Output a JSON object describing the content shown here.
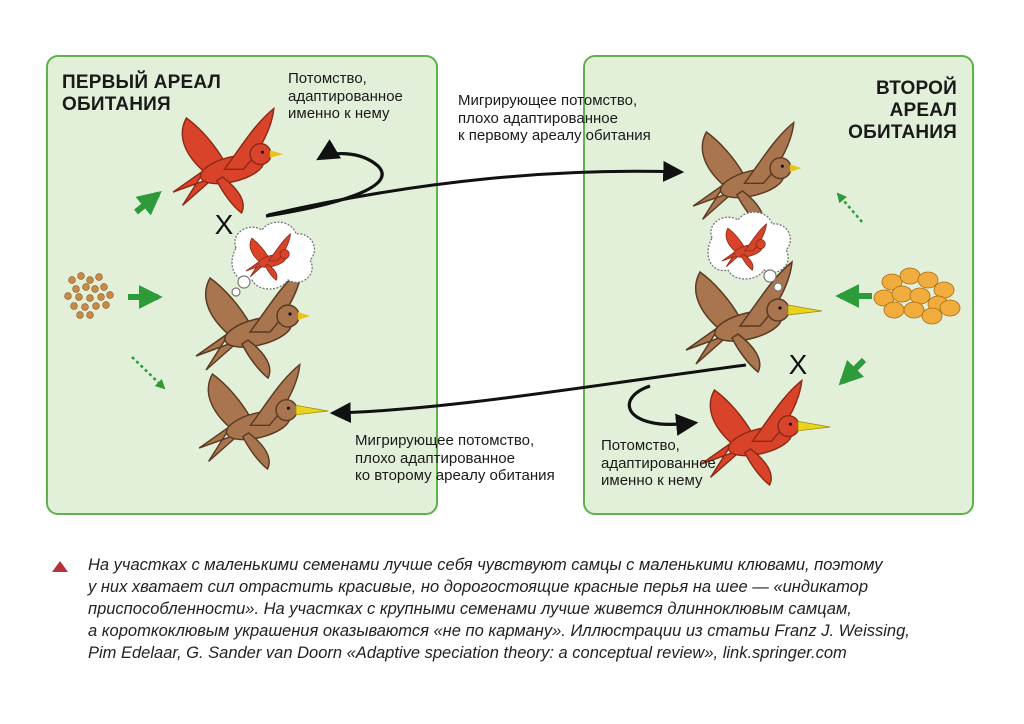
{
  "diagram": {
    "left_panel": {
      "title_line1": "ПЕРВЫЙ АРЕАЛ",
      "title_line2": "ОБИТАНИЯ"
    },
    "right_panel": {
      "title_line1": "ВТОРОЙ АРЕАЛ",
      "title_line2": "ОБИТАНИЯ"
    },
    "labels": {
      "left_offspring": [
        "Потомство,",
        "адаптированное",
        "именно к нему"
      ],
      "top_migrating": [
        "Мигрирующее потомство,",
        "плохо адаптированное",
        "к первому ареалу обитания"
      ],
      "bottom_migrating": [
        "Мигрирующее потомство,",
        "плохо адаптированное",
        "ко второму ареалу обитания"
      ],
      "right_offspring": [
        "Потомство,",
        "адаптированное",
        "именно к нему"
      ]
    },
    "cross_mark": "X"
  },
  "caption": {
    "lines": [
      "На участках с маленькими семенами лучше себя чувствуют самцы с маленькими клювами, поэтому",
      "у них хватает сил отрастить красивые, но дорогостоящие красные перья на шее — «индикатор",
      "приспособленности». На участках с крупными семенами лучше живется длинноклювым самцам,",
      "а короткоклювым украшения оказываются «не по карману». Иллюстрации из статьи Franz J. Weissing,",
      "Pim Edelaar, G. Sander van Doorn «Adaptive speciation theory: a conceptual review», link.springer.com"
    ]
  },
  "colors": {
    "panel_fill": "#e3f0d9",
    "panel_border": "#5fb14b",
    "arrow_green": "#2e9b3a",
    "bird_red": "#d8432a",
    "bird_brown": "#a8754f",
    "caption_marker": "#b5323a"
  }
}
